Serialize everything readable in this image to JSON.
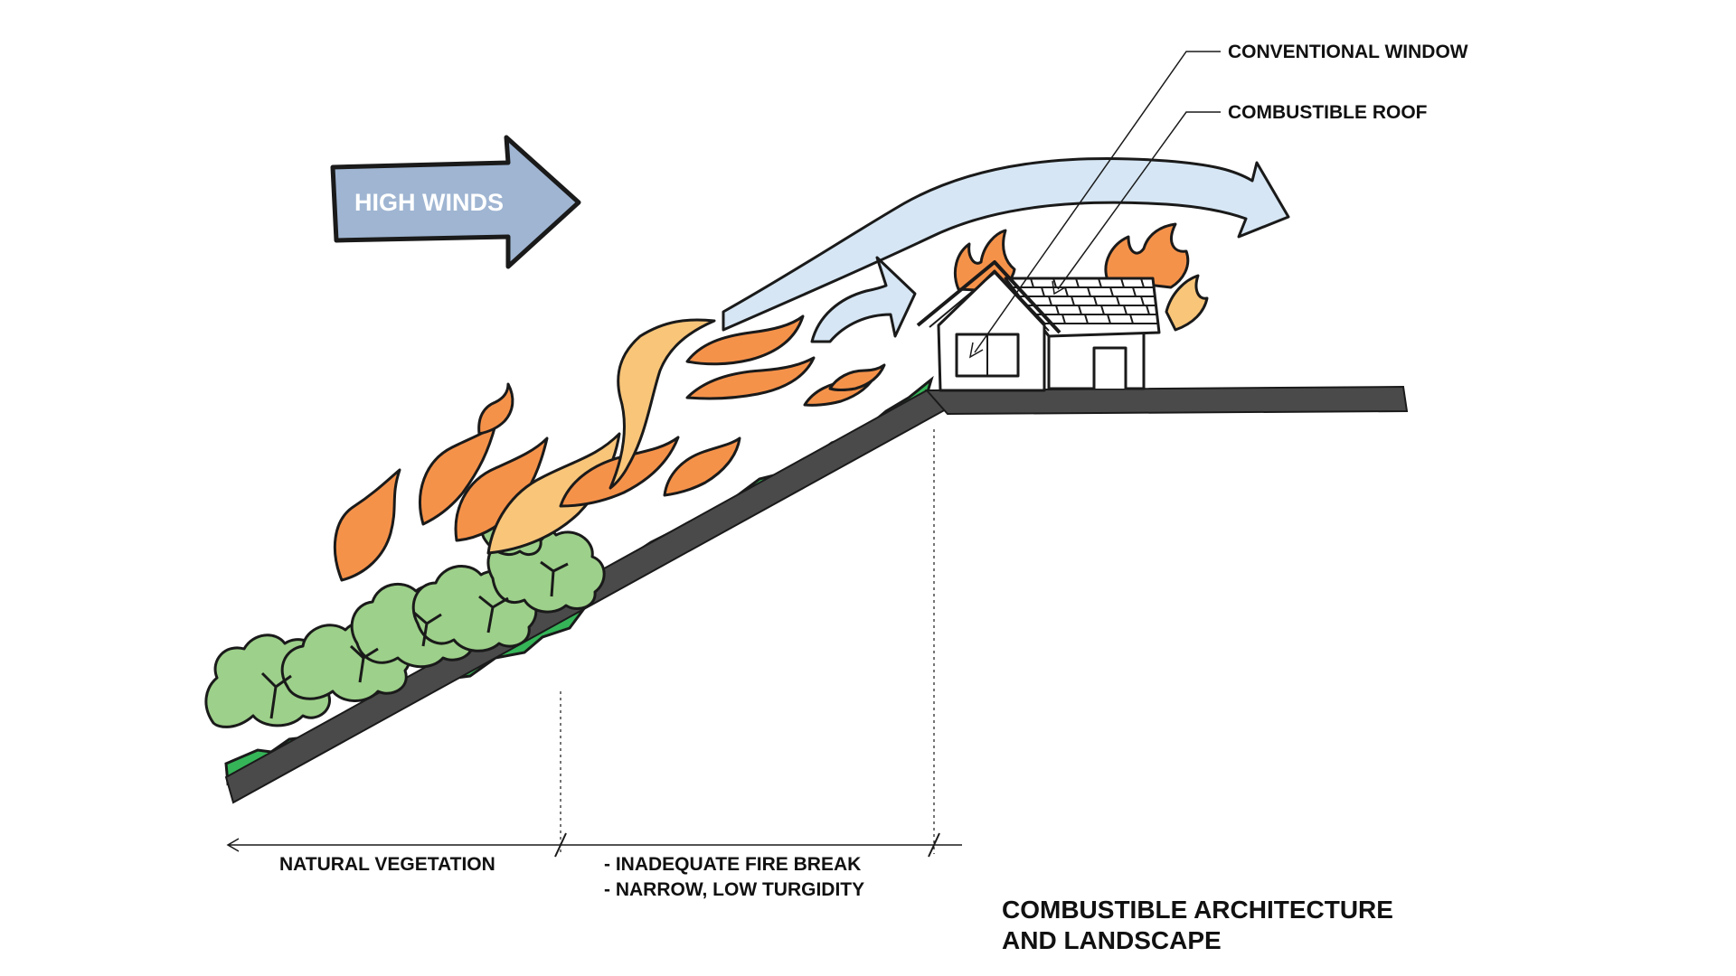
{
  "wind_label": "HIGH WINDS",
  "callouts": {
    "window": "CONVENTIONAL WINDOW",
    "roof": "COMBUSTIBLE ROOF"
  },
  "zones": {
    "vegetation": "NATURAL VEGETATION",
    "firebreak_line1": "- INADEQUATE FIRE BREAK",
    "firebreak_line2": "- NARROW, LOW TURGIDITY"
  },
  "caption": {
    "line1": "COMBUSTIBLE ARCHITECTURE",
    "line2": "AND LANDSCAPE"
  },
  "colors": {
    "wind_arrow": "#9fb5d2",
    "airflow": "#d6e6f4",
    "flame_dark": "#f5924a",
    "flame_light": "#f9c579",
    "shrub": "#9dd08a",
    "ground_vegetation": "#35b558",
    "ground": "#4a4a4a",
    "ink": "#1a1a1a"
  }
}
